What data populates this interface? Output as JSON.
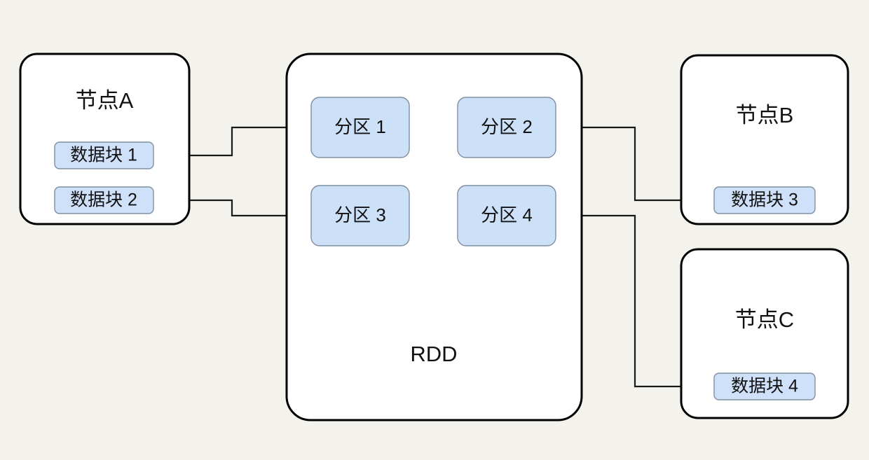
{
  "diagram": {
    "title_text": "RDD",
    "background_color": "#f4f2ec",
    "box_fill": "#ffffff",
    "box_stroke": "#000000",
    "partition_fill": "#cce0f8",
    "partition_stroke": "#7f8fa0",
    "datablock_fill": "#cfe1f9",
    "datablock_stroke": "#7f8fa0",
    "connector_color": "#1a1a1a"
  },
  "rdd": {
    "label": "RDD",
    "partitions": [
      {
        "label": "分区 1"
      },
      {
        "label": "分区 2"
      },
      {
        "label": "分区 3"
      },
      {
        "label": "分区 4"
      }
    ]
  },
  "nodes": [
    {
      "title": "节点A",
      "blocks": [
        {
          "label": "数据块 1"
        },
        {
          "label": "数据块 2"
        }
      ]
    },
    {
      "title": "节点B",
      "blocks": [
        {
          "label": "数据块 3"
        }
      ]
    },
    {
      "title": "节点C",
      "blocks": [
        {
          "label": "数据块 4"
        }
      ]
    }
  ],
  "connections": [
    {
      "from": "分区 1",
      "to": "数据块 1"
    },
    {
      "from": "分区 3",
      "to": "数据块 2"
    },
    {
      "from": "分区 2",
      "to": "数据块 3"
    },
    {
      "from": "分区 4",
      "to": "数据块 4"
    }
  ]
}
